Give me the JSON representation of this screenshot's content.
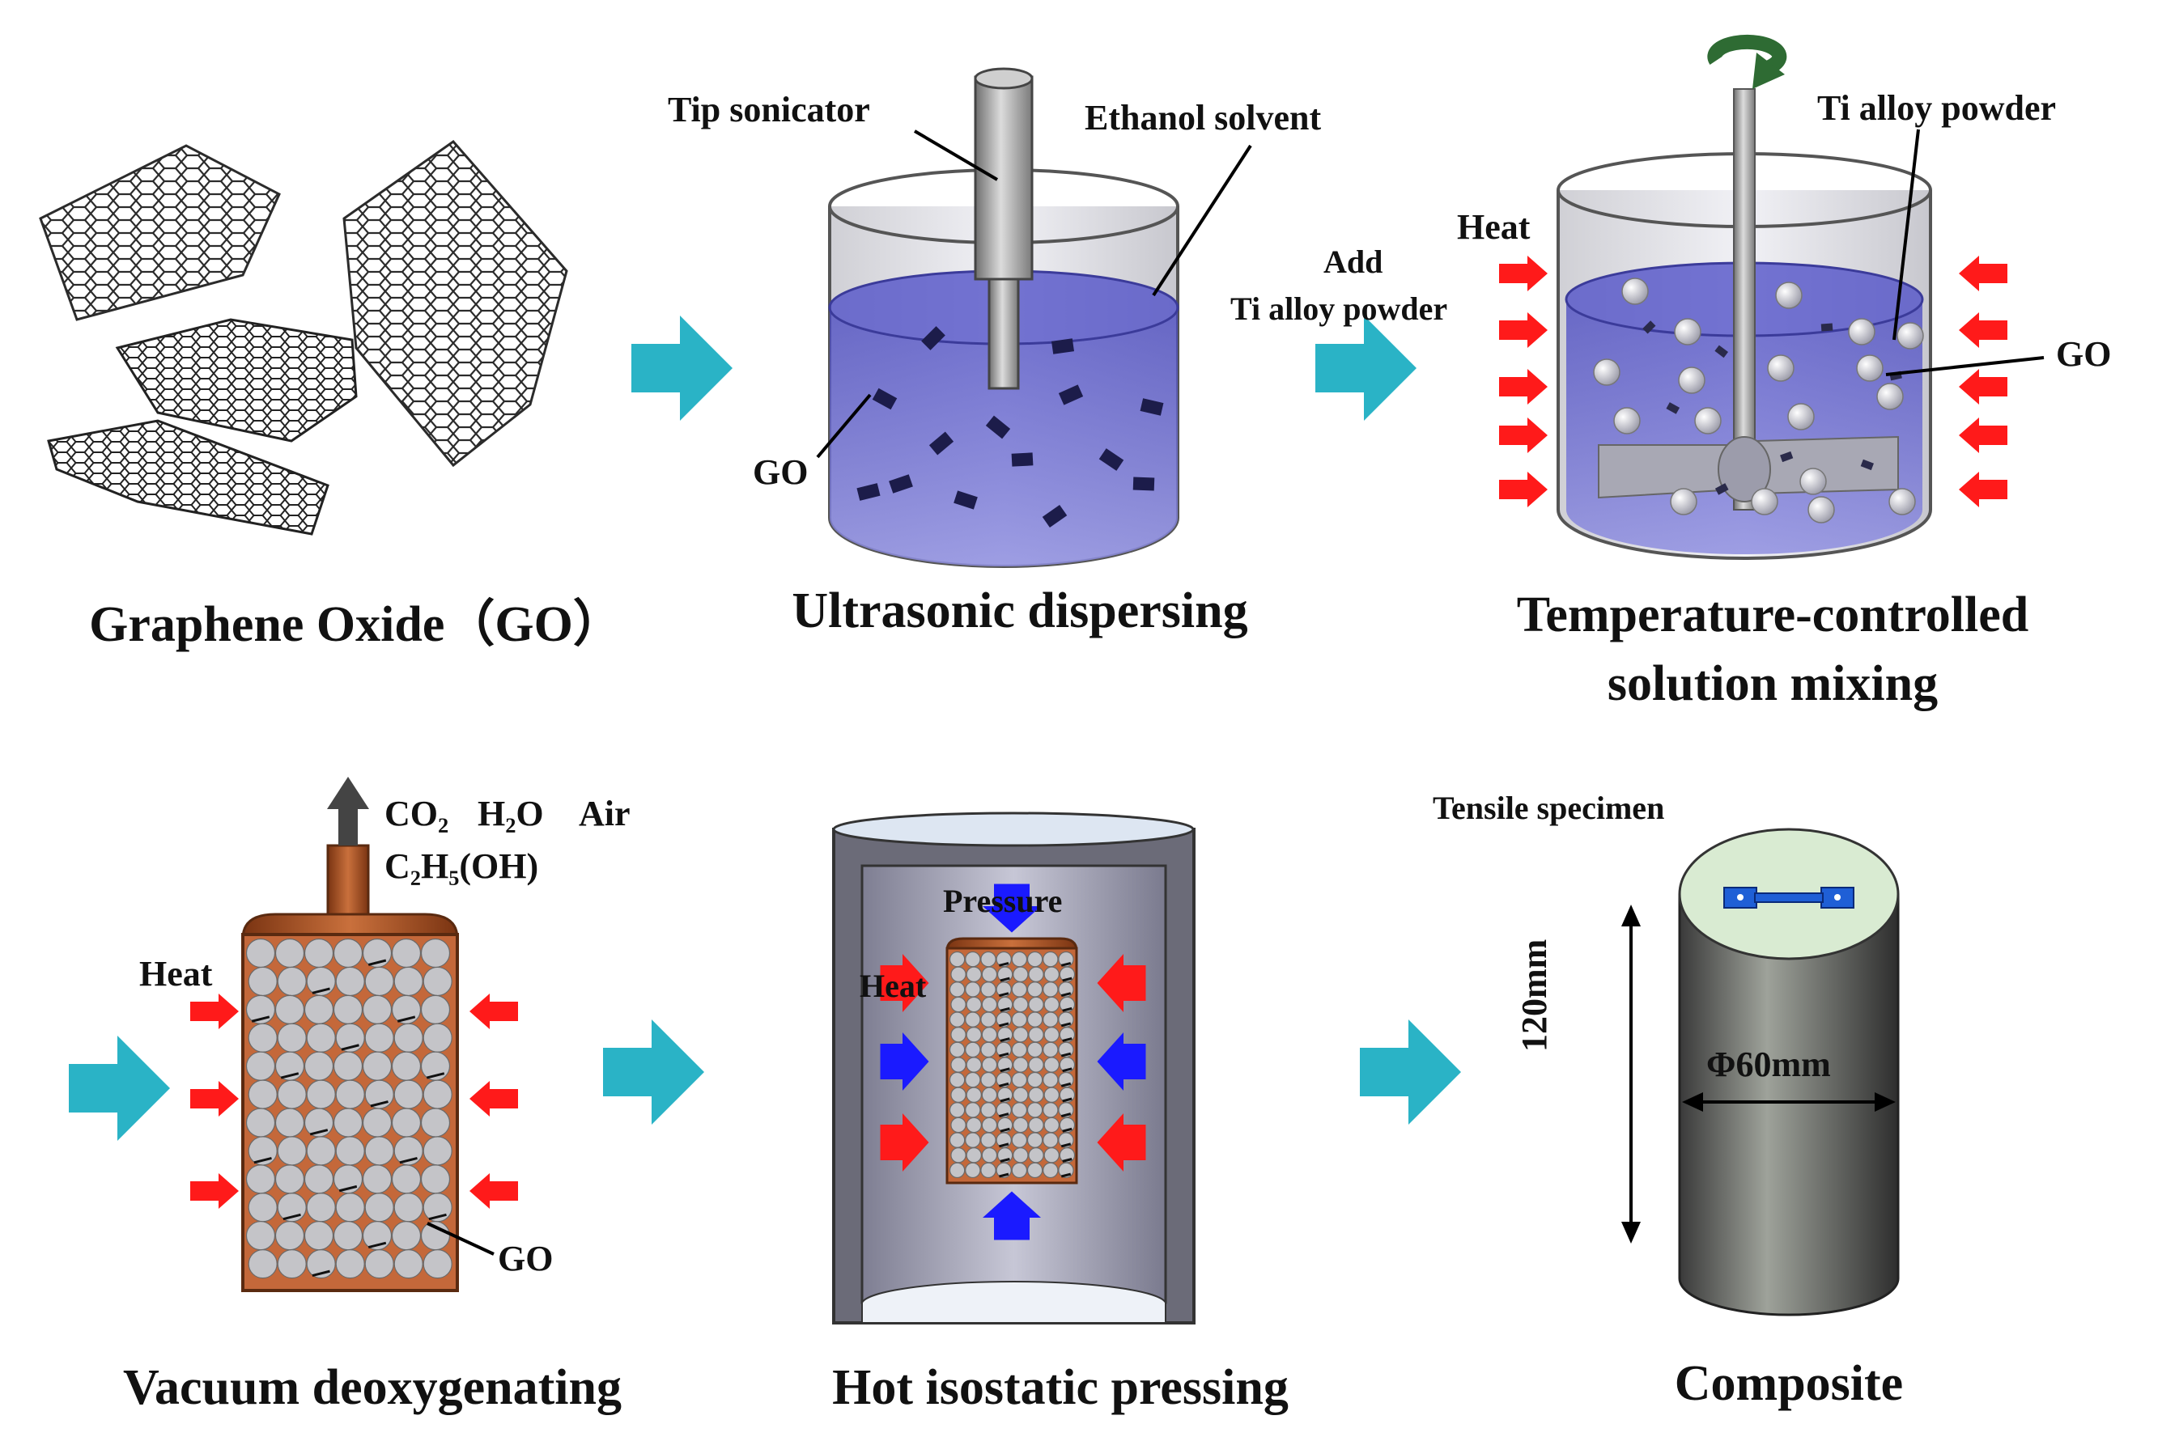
{
  "captions": {
    "graphene": "Graphene Oxide（GO）",
    "ultrasonic": "Ultrasonic dispersing",
    "mixing_line1": "Temperature-controlled",
    "mixing_line2": "solution mixing",
    "vacuum": "Vacuum deoxygenating",
    "hip": "Hot isostatic pressing",
    "composite": "Composite"
  },
  "labels": {
    "tip_sonicator": "Tip sonicator",
    "ethanol_solvent": "Ethanol solvent",
    "go": "GO",
    "add": "Add",
    "ti_alloy_powder": "Ti alloy powder",
    "heat": "Heat",
    "pressure": "Pressure",
    "tensile_specimen": "Tensile specimen",
    "height_dim": "120mm",
    "diameter_dim": "Φ60mm"
  },
  "gases": {
    "co2": "CO₂",
    "h2o": "H₂O",
    "air": "Air",
    "ethanol": "C₂H₅(OH)"
  },
  "colors": {
    "flow_arrow": "#2ab3c6",
    "heat_arrow": "#ff1a1a",
    "pressure_arrow": "#1a1aff",
    "solvent": "#6f6fd6",
    "canister": "#b35c2e",
    "spin_arrow": "#2e6b33"
  }
}
